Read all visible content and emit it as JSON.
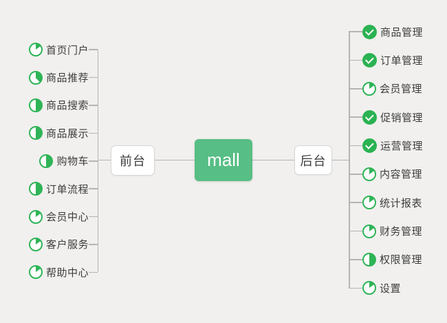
{
  "root": {
    "label": "mall"
  },
  "left_branch": {
    "label": "前台",
    "items": [
      {
        "label": "首页门户",
        "progress": "15"
      },
      {
        "label": "商品推荐",
        "progress": "38"
      },
      {
        "label": "商品搜索",
        "progress": "50"
      },
      {
        "label": "商品展示",
        "progress": "50"
      },
      {
        "label": "购物车",
        "progress": "50"
      },
      {
        "label": "订单流程",
        "progress": "50"
      },
      {
        "label": "会员中心",
        "progress": "15"
      },
      {
        "label": "客户服务",
        "progress": "15"
      },
      {
        "label": "帮助中心",
        "progress": "15"
      }
    ]
  },
  "right_branch": {
    "label": "后台",
    "items": [
      {
        "label": "商品管理",
        "progress": "done"
      },
      {
        "label": "订单管理",
        "progress": "done"
      },
      {
        "label": "会员管理",
        "progress": "15"
      },
      {
        "label": "促销管理",
        "progress": "done"
      },
      {
        "label": "运营管理",
        "progress": "done"
      },
      {
        "label": "内容管理",
        "progress": "15"
      },
      {
        "label": "统计报表",
        "progress": "15"
      },
      {
        "label": "财务管理",
        "progress": "15"
      },
      {
        "label": "权限管理",
        "progress": "50"
      },
      {
        "label": "设置",
        "progress": "15"
      }
    ]
  },
  "colors": {
    "background": "#f1f0ee",
    "root_node_green": "#57be85",
    "icon_green": "#2fb457",
    "connector_gray": "#b4b4b4",
    "text": "#3d3d3d"
  }
}
